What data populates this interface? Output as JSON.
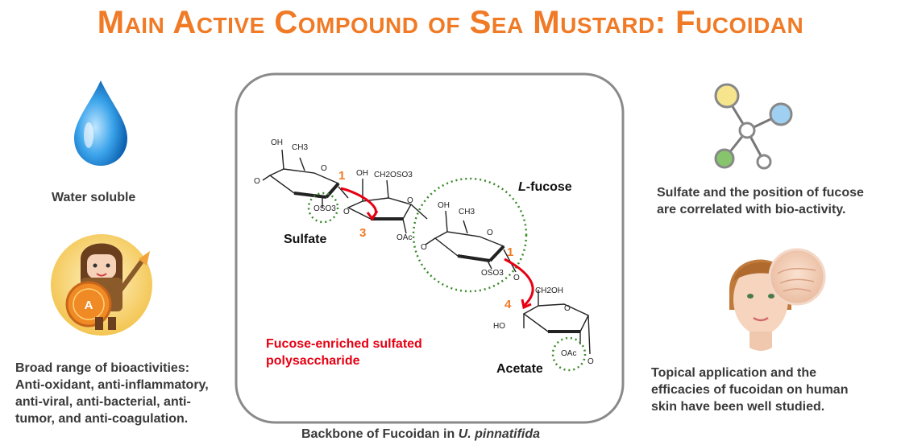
{
  "title": "Main Active Compound of Sea Mustard: Fucoidan",
  "left": {
    "water_label": "Water soluble",
    "bio_label_1": "Broad range of bioactivities:",
    "bio_label_2": "Anti-oxidant, anti-inflammatory,",
    "bio_label_3": "anti-viral, anti-bacterial, anti-",
    "bio_label_4": "tumor, and anti-coagulation.",
    "shield_letter": "A"
  },
  "right": {
    "sulfate_label_1": "Sulfate and the position of fucose",
    "sulfate_label_2": "are correlated with bio-activity.",
    "skin_label_1": "Topical application and the",
    "skin_label_2": "efficacies of fucoidan on human",
    "skin_label_3": "skin have been well studied."
  },
  "center": {
    "sulfate": "Sulfate",
    "lfucose_l": "L",
    "lfucose_rest": "-fucose",
    "acetate": "Acetate",
    "enriched_1": "Fucose-enriched sulfated",
    "enriched_2": "polysaccharide",
    "num1a": "1",
    "num3": "3",
    "num1b": "1",
    "num4": "4",
    "oh1": "OH",
    "ch3_1": "CH3",
    "o1": "O",
    "o1b": "O",
    "oso3_1": "OSO3",
    "o1c": "O",
    "oh2": "OH",
    "ch2oso3": "CH2OSO3",
    "o2": "O",
    "oac1": "OAc",
    "oh3": "OH",
    "ch3_2": "CH3",
    "o3": "O",
    "o3b": "O",
    "oso3_2": "OSO3",
    "o3c": "O",
    "ch2oh": "CH2OH",
    "o4": "O",
    "ho4": "HO",
    "oac2": "OAc",
    "o4b": "O"
  },
  "caption_1": "Backbone of Fucoidan in ",
  "caption_2": "U. pinnatifida",
  "colors": {
    "orange": "#f07a25",
    "red": "#e60012",
    "green": "#3a8a2a"
  }
}
